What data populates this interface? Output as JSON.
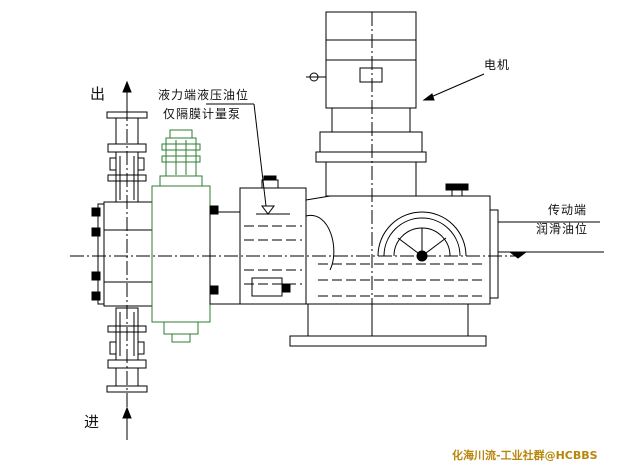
{
  "labels": {
    "outlet": "出",
    "inlet": "进",
    "motor": "电机",
    "hydraulic_oil_level_line1": "液力端液压油位",
    "hydraulic_oil_level_line2": "仅隔膜计量泵",
    "drive_oil_level_line1": "传动端",
    "drive_oil_level_line2": "润滑油位"
  },
  "watermark": "化海川流-工业社群@HCBBS",
  "colors": {
    "line": "#000000",
    "diaphragm_head": "#2e7d32",
    "watermark": "#b8860b"
  }
}
